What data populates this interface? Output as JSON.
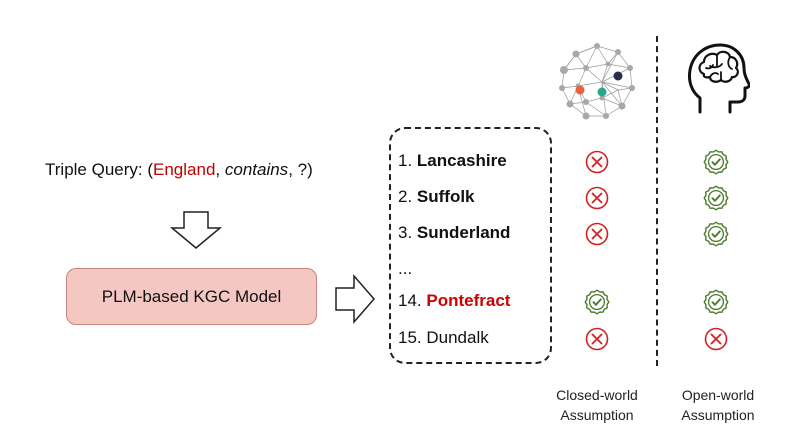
{
  "query": {
    "prefix": "Triple Query: (",
    "head": "England",
    "sep1": ", ",
    "relation": "contains",
    "sep2": ", ?)"
  },
  "model": {
    "label": "PLM-based KGC Model"
  },
  "candidates": [
    {
      "rank": "1. ",
      "name": "Lancashire",
      "style": "bold",
      "closed": "cross",
      "open": "check"
    },
    {
      "rank": "2. ",
      "name": "Suffolk",
      "style": "bold",
      "closed": "cross",
      "open": "check"
    },
    {
      "rank": "3. ",
      "name": "Sunderland",
      "style": "bold",
      "closed": "cross",
      "open": "check"
    },
    {
      "rank": "",
      "name": "...",
      "style": "plain",
      "closed": "",
      "open": ""
    },
    {
      "rank": "14. ",
      "name": "Pontefract",
      "style": "redbold",
      "closed": "check",
      "open": "check"
    },
    {
      "rank": "15. ",
      "name": "Dundalk",
      "style": "plain",
      "closed": "cross",
      "open": "cross"
    }
  ],
  "columns": {
    "closed": {
      "line1": "Closed-world",
      "line2": "Assumption",
      "icon": "knowledge-graph-icon"
    },
    "open": {
      "line1": "Open-world",
      "line2": "Assumption",
      "icon": "brain-head-icon"
    }
  },
  "colors": {
    "cross": "#d42020",
    "check": "#4a7a2c",
    "model_fill": "#f4c7c3",
    "highlight": "#c00000"
  }
}
